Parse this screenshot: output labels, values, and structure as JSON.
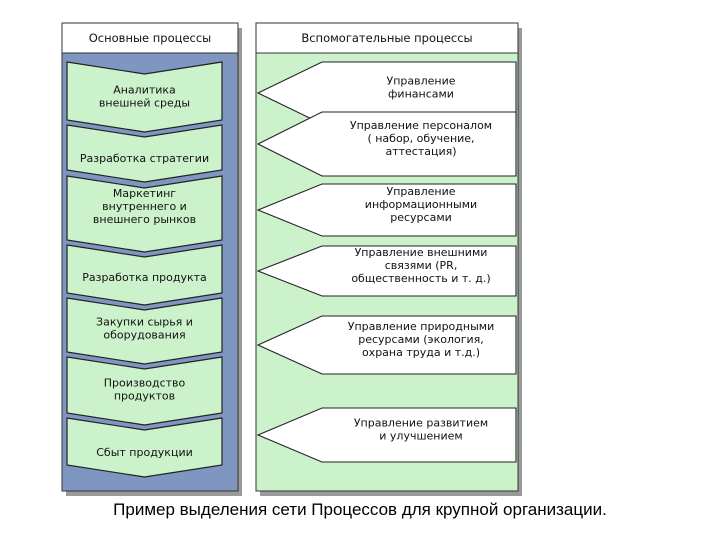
{
  "left_column": {
    "header": "Основные процессы",
    "steps": [
      [
        "Аналитика",
        "внешней среды"
      ],
      [
        "Разработка стратегии"
      ],
      [
        "Маркетинг",
        "внутреннего и",
        "внешнего рынков"
      ],
      [
        "Разработка продукта"
      ],
      [
        "Закупки сырья и",
        "оборудования"
      ],
      [
        "Производство",
        "продуктов"
      ],
      [
        "Сбыт продукции"
      ]
    ]
  },
  "right_column": {
    "header": "Вспомогательные процессы",
    "items": [
      [
        "Управление",
        "финансами"
      ],
      [
        "Управление персоналом",
        "( набор, обучение,",
        "аттестация)"
      ],
      [
        "Управление",
        "информационными",
        "ресурсами"
      ],
      [
        "Управление внешними",
        "связями (PR,",
        "общественность и т. д.)"
      ],
      [
        "Управление природными",
        "ресурсами (экология,",
        "охрана труда и т.д.)"
      ],
      [
        "Управление развитием",
        "и улучшением"
      ]
    ]
  },
  "caption": "Пример выделения сети Процессов для крупной организации.",
  "colors": {
    "left_panel": "#7f96c0",
    "left_shape": "#ccf2cc",
    "right_panel": "#ccf2cc",
    "white": "#ffffff",
    "shadow": "#9a9a9a"
  }
}
